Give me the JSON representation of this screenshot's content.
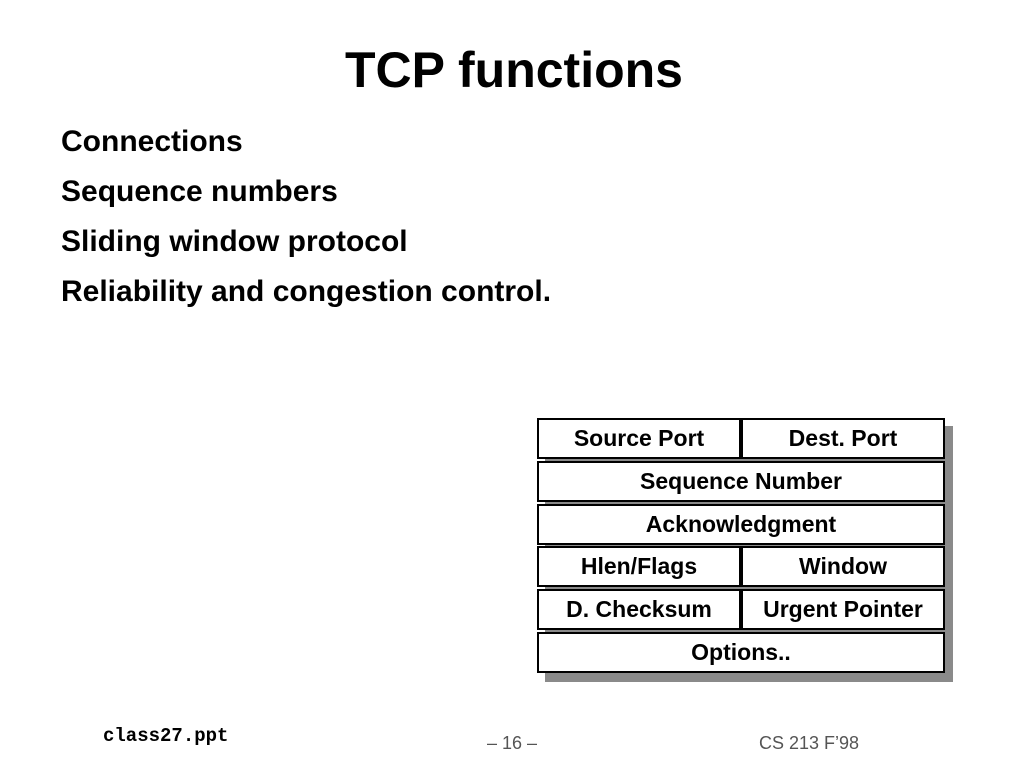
{
  "slide": {
    "title": "TCP functions",
    "bullets": [
      "Connections",
      "Sequence numbers",
      "Sliding window protocol",
      "Reliability and congestion control."
    ]
  },
  "tcp_header": {
    "rows": [
      [
        "Source Port",
        "Dest. Port"
      ],
      [
        "Sequence Number"
      ],
      [
        "Acknowledgment"
      ],
      [
        "Hlen/Flags",
        "Window"
      ],
      [
        "D. Checksum",
        "Urgent Pointer"
      ],
      [
        "Options.."
      ]
    ]
  },
  "footer": {
    "filename": "class27.ppt",
    "page": "– 16 –",
    "course": "CS 213 F’98"
  },
  "colors": {
    "text": "#000000",
    "background": "#ffffff",
    "shadow": "#8a8a8a",
    "footer_text": "#555555"
  }
}
